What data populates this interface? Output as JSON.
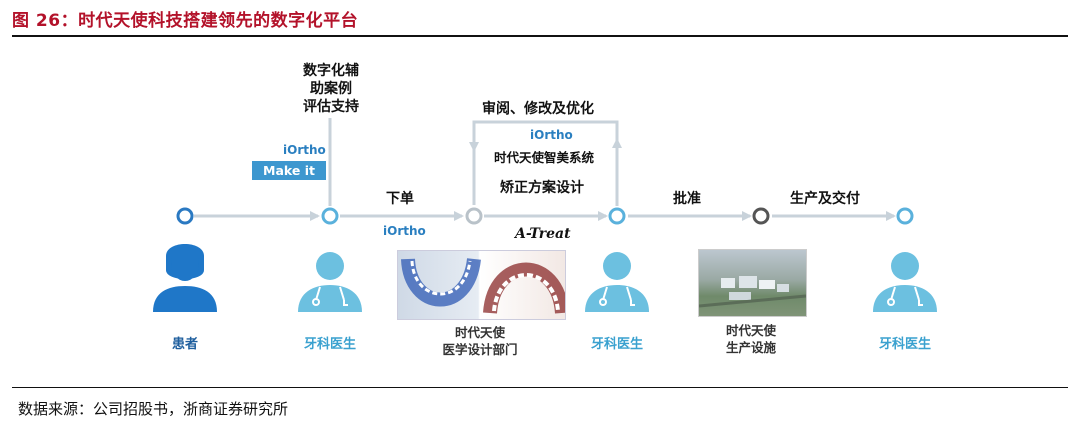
{
  "title": "图 26：时代天使科技搭建领先的数字化平台",
  "source": "数据来源：公司招股书，浙商证券研究所",
  "brand": "iOrtho",
  "make_it": "Make it",
  "assist": [
    "数字化辅",
    "助案例",
    "评估支持"
  ],
  "review": "审阅、修改及优化",
  "smile_system": "时代天使智美系统",
  "design_plan": "矫正方案设计",
  "steps": {
    "order": "下单",
    "approve": "批准",
    "produce": "生产及交付"
  },
  "atreat": "A-Treat",
  "roles": {
    "patient": "患者",
    "dentist": "牙科医生"
  },
  "design_dept": [
    "时代天使",
    "医学设计部门"
  ],
  "facility": [
    "时代天使",
    "生产设施"
  ],
  "colors": {
    "title": "#b3122a",
    "accent": "#3aa1cf",
    "patient": "#1f77c8",
    "dentist": "#6cc0e0",
    "line": "#c8d2da"
  }
}
